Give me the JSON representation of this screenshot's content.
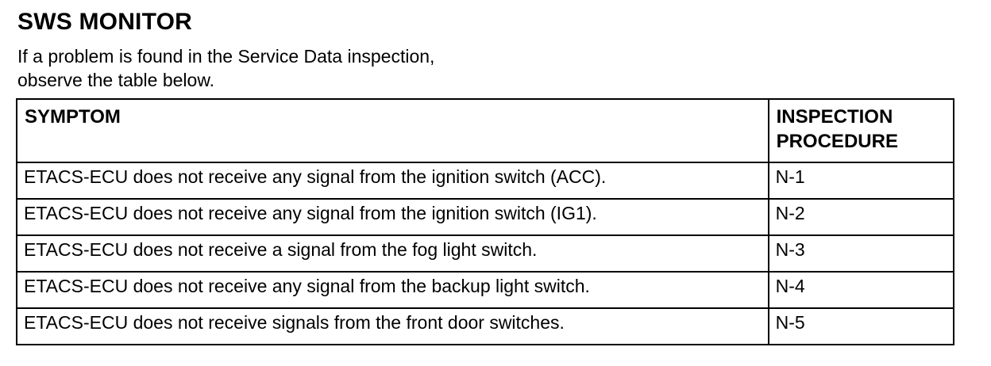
{
  "document": {
    "title": "SWS MONITOR",
    "intro_lines": [
      "If a problem is found in the Service Data inspection,",
      "observe the table below."
    ]
  },
  "table": {
    "columns": [
      {
        "key": "symptom",
        "header": "SYMPTOM",
        "header_lines": [
          "SYMPTOM"
        ]
      },
      {
        "key": "procedure",
        "header": "INSPECTION PROCEDURE",
        "header_lines": [
          "INSPECTION",
          "PROCEDURE"
        ]
      }
    ],
    "rows": [
      {
        "symptom": "ETACS-ECU does not receive any signal from the ignition switch (ACC).",
        "procedure": "N-1"
      },
      {
        "symptom": "ETACS-ECU does not receive any signal from the ignition switch (IG1).",
        "procedure": "N-2"
      },
      {
        "symptom": "ETACS-ECU does not receive a signal from the fog light switch.",
        "procedure": "N-3"
      },
      {
        "symptom": "ETACS-ECU does not receive any signal from the backup light switch.",
        "procedure": "N-4"
      },
      {
        "symptom": "ETACS-ECU does not receive signals from the front door switches.",
        "procedure": "N-5"
      }
    ]
  },
  "colors": {
    "ink": "#000000",
    "paper": "#ffffff"
  }
}
